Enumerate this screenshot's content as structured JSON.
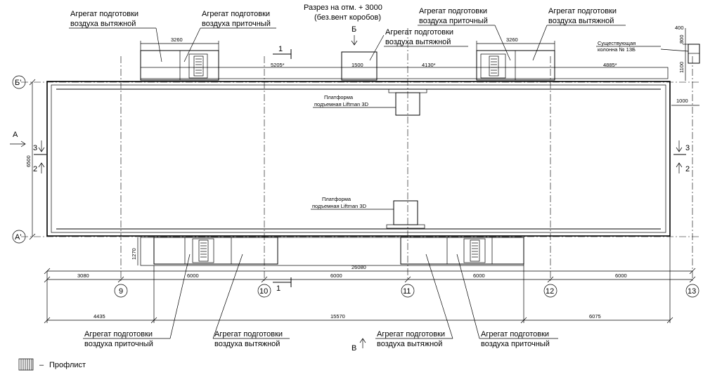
{
  "labels": {
    "top_exhaust_left": [
      "Агрегат подготовки",
      "воздуха вытяжной"
    ],
    "top_supply_left": [
      "Агрегат подготовки",
      "воздуха приточный"
    ],
    "top_section_note": [
      "Разрез на отм. + 3000",
      "(без.вент коробов)"
    ],
    "top_exhaust_mid": [
      "Агрегат подготовки",
      "воздуха вытяжной"
    ],
    "top_supply_right": [
      "Агрегат подготовки",
      "воздуха приточный"
    ],
    "top_exhaust_right": [
      "Агрегат подготовки",
      "воздуха вытяжной"
    ],
    "existing_column": [
      "Существующая",
      "колонна № 13Б"
    ],
    "platform_top": [
      "Платформа",
      "подъемная Liftman 3D"
    ],
    "platform_bottom": [
      "Платформа",
      "подъемная Liftman 3D"
    ],
    "bottom_supply_left": [
      "Агрегат подготовки",
      "воздуха приточный"
    ],
    "bottom_exhaust_left": [
      "Агрегат подготовки",
      "воздуха вытяжной"
    ],
    "bottom_exhaust_right": [
      "Агрегат подготовки",
      "воздуха вытяжной"
    ],
    "bottom_supply_right": [
      "Агрегат подготовки",
      "воздуха приточный"
    ]
  },
  "section_marks": {
    "b_top": "Б",
    "a_left": "А",
    "v_bottom": "В",
    "one_top": "1",
    "one_bottom": "1",
    "three_left": "3",
    "two_left": "2",
    "three_right": "3",
    "two_right": "2"
  },
  "axes": {
    "row_top": "Б'",
    "row_bottom": "А'",
    "columns": [
      "9",
      "10",
      "11",
      "12",
      "13"
    ]
  },
  "dimensions": {
    "top_unit_left": "3260",
    "top_unit_right": "3260",
    "top_unit_mid": "1500",
    "gap_1": "5205*",
    "gap_2": "4130*",
    "gap_3": "4885*",
    "col_400": "400",
    "col_800": "800",
    "col_1100": "1100",
    "right_1000": "1000",
    "height_6500": "6500",
    "bottom_1270": "1270",
    "total_26080": "26080",
    "row1_3080": "3080",
    "row1_6000_a": "6000",
    "row1_6000_b": "6000",
    "row1_6000_c": "6000",
    "row1_6000_d": "6000",
    "row2_4435": "4435",
    "row2_15570": "15570",
    "row2_6075": "6075"
  },
  "legend": {
    "dash": "–",
    "text": "Профлист"
  }
}
